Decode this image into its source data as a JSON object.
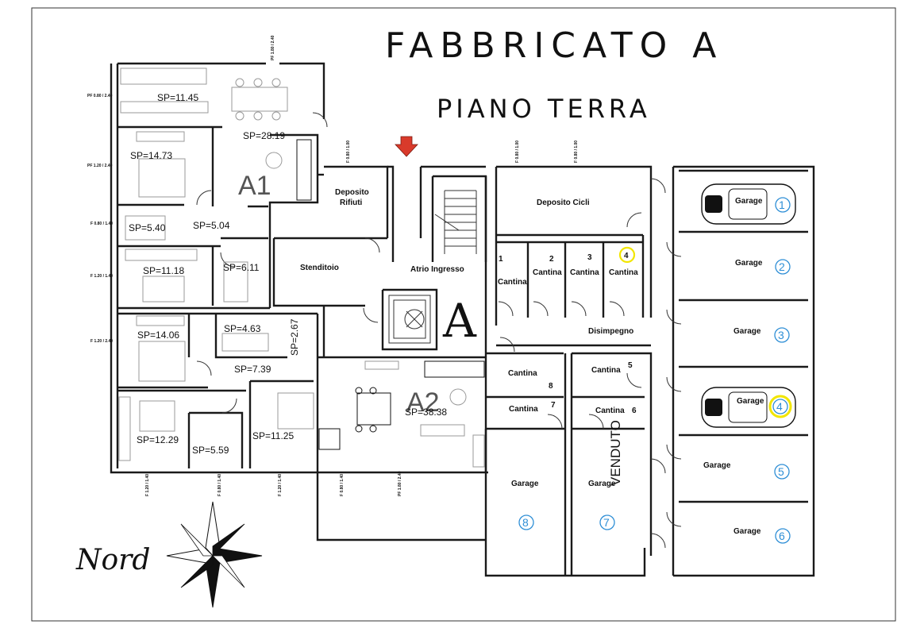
{
  "header": {
    "title": "FABBRICATO A",
    "subtitle": "PIANO TERRA"
  },
  "apartments": {
    "a1": {
      "label": "A1"
    },
    "a2": {
      "label": "A2"
    }
  },
  "areas": {
    "kitchen_a1": "SP=11.45",
    "living_a1": "SP=28.19",
    "bedroom1_a1": "SP=14.73",
    "bath1_a1": "SP=5.40",
    "hall_a1": "SP=5.04",
    "bedroom2_a1": "SP=11.18",
    "bath2_a1": "SP=6.11",
    "bedroom1_a2": "SP=14.06",
    "bath1_a2": "SP=4.63",
    "corridor_a2": "SP=2.67",
    "hall_a2": "SP=7.39",
    "bedroom2_a2": "SP=12.29",
    "bath2_a2": "SP=5.59",
    "bedroom3_a2": "SP=11.25",
    "living_a2": "SP=38.38"
  },
  "rooms": {
    "deposito_rifiuti_1": "Deposito",
    "deposito_rifiuti_2": "Rifiuti",
    "stenditoio": "Stenditoio",
    "atrio": "Atrio Ingresso",
    "deposito_cicli": "Deposito Cicli",
    "disimpegno": "Disimpegno",
    "cantina": "Cantina",
    "garage": "Garage"
  },
  "cantine": {
    "n1": "1",
    "n2": "2",
    "n3": "3",
    "n4": "4",
    "n5": "5",
    "n6": "6",
    "n7": "7",
    "n8": "8"
  },
  "garages": {
    "g1": "1",
    "g2": "2",
    "g3": "3",
    "g4": "4",
    "g5": "5",
    "g6": "6",
    "g7": "7",
    "g8": "8"
  },
  "windows": {
    "w_top": "PF 1.80 / 2.40",
    "w_left1": "PF 0.80 / 2.40",
    "w_left2": "PF 1.20 / 2.40",
    "w_left3": "F 0.80 / 1.40",
    "w_left4": "F 1.20 / 1.40",
    "w_left5": "F 1.20 / 2.40",
    "w_mid": "F 0.80 / 1.00",
    "w_dep1": "F 0.80 / 1.00",
    "w_dep2": "F 0.80 / 1.00",
    "w_bot1": "F 1.20 / 1.40",
    "w_bot2": "F 0.80 / 1.40",
    "w_bot3": "F 1.20 / 1.40",
    "w_bot4": "F 0.80 / 1.40",
    "w_bot5": "PF 1.80 / 2.40"
  },
  "stamp": {
    "sold": "VENDUTO"
  },
  "compass": {
    "label": "Nord"
  },
  "colors": {
    "line": "#1a1a1a",
    "furniture": "#9a9a9a",
    "garage_number": "#2f8fd6",
    "highlight": "#f2e600",
    "entrance_arrow": "#d93a2b"
  }
}
